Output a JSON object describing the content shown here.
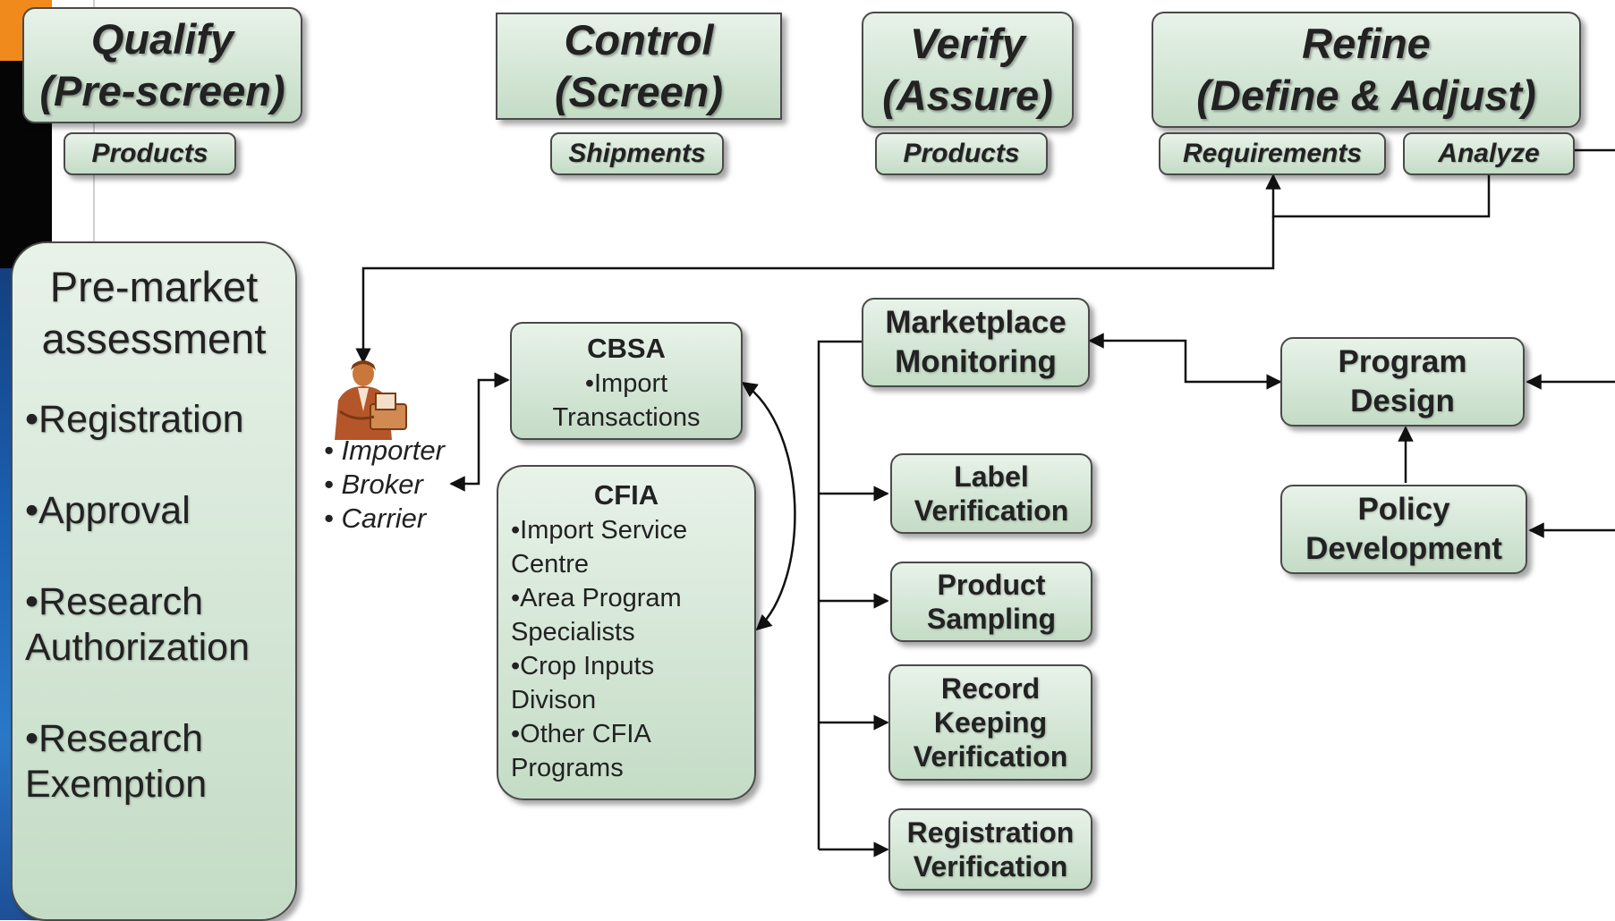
{
  "phases": {
    "qualify": {
      "title": "Qualify",
      "subtitle": "(Pre-screen)",
      "tag": "Products"
    },
    "control": {
      "title": "Control",
      "subtitle": "(Screen)",
      "tag": "Shipments"
    },
    "verify": {
      "title": "Verify",
      "subtitle": "(Assure)",
      "tag": "Products"
    },
    "refine": {
      "title": "Refine",
      "subtitle": "(Define & Adjust)",
      "tags": [
        "Requirements",
        "Analyze"
      ]
    }
  },
  "premarket": {
    "title_line1": "Pre-market",
    "title_line2": "assessment",
    "items": [
      [
        "•Registration"
      ],
      [
        "•Approval"
      ],
      [
        "•Research",
        "Authorization"
      ],
      [
        "•Research",
        "Exemption"
      ]
    ]
  },
  "actors": [
    "Importer",
    "Broker",
    "Carrier"
  ],
  "cbsa": {
    "title": "CBSA",
    "lines": [
      "•Import",
      "Transactions"
    ]
  },
  "cfia": {
    "title": "CFIA",
    "lines": [
      "•Import Service",
      "Centre",
      "•Area Program",
      "Specialists",
      "•Crop Inputs",
      "Divison",
      "•Other CFIA",
      "Programs"
    ]
  },
  "verification_nodes": {
    "marketplace": [
      "Marketplace",
      "Monitoring"
    ],
    "label": [
      "Label",
      "Verification"
    ],
    "sampling": [
      "Product",
      "Sampling"
    ],
    "record": [
      "Record",
      "Keeping",
      "Verification"
    ],
    "registration": [
      "Registration",
      "Verification"
    ]
  },
  "program_design": [
    "Program",
    "Design"
  ],
  "policy_development": [
    "Policy",
    "Development"
  ],
  "icons": {
    "actor": "business-person-at-desk-icon"
  },
  "colors": {
    "box_top": "#e8f2e9",
    "box_bottom": "#c4dcc6",
    "border": "#4a4a4a",
    "text": "#222222"
  }
}
